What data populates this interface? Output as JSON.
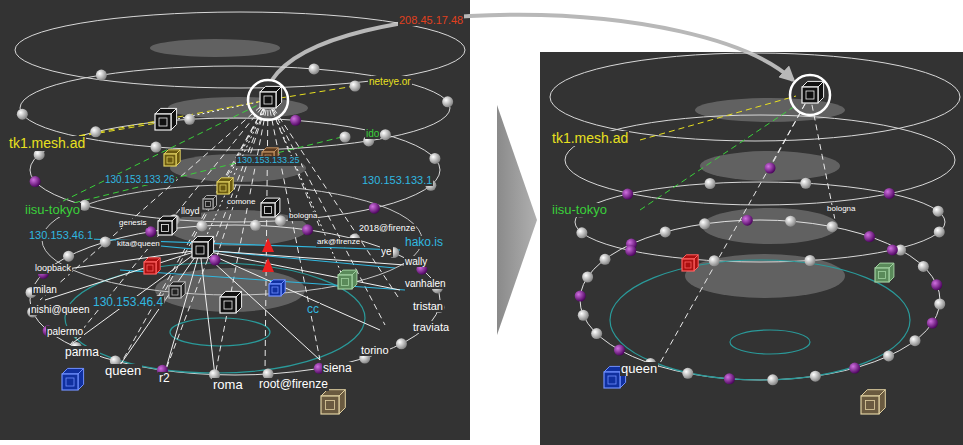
{
  "diagram": {
    "labels": [
      "208.45.17.48",
      "neteye.or",
      "ido",
      "tk1.mesh.ad",
      "130.153.133.25",
      "130.153.133.26",
      "130.153.133.1",
      "iisu-tokyo",
      "comone",
      "lloyd",
      "bologna",
      "genesis",
      "2018@firenze",
      "130.153.46.1",
      "hako.is",
      "ark@firenze",
      "kita@queen",
      "ye",
      "wally",
      "loopback",
      "vanhalen",
      "milan",
      "130.153.46.4",
      "tristan",
      "nishi@queen",
      "cc",
      "traviata",
      "palermo",
      "torino",
      "parma",
      "siena",
      "queen",
      "r2",
      "roma",
      "root@firenze",
      "tk1.mesh.ad",
      "iisu-tokyo",
      "bologna",
      "queen"
    ]
  }
}
